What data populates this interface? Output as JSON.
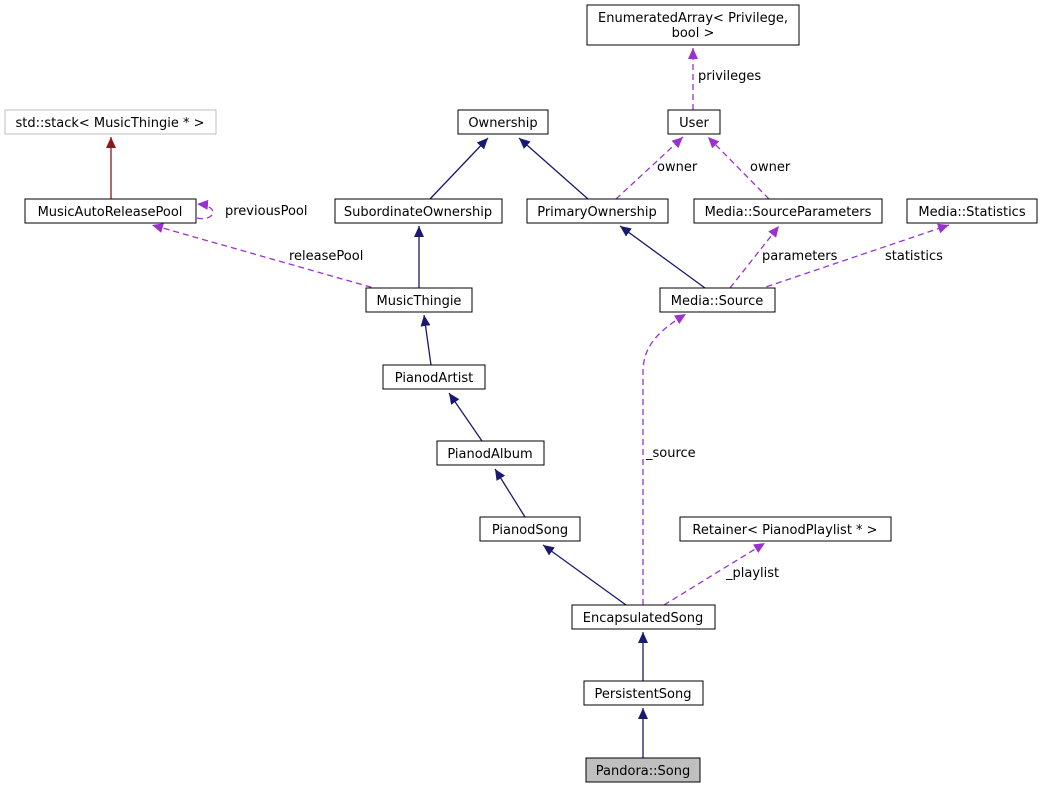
{
  "diagram": {
    "nodes": {
      "enum_array": {
        "lines": [
          "EnumeratedArray< Privilege,",
          "bool >"
        ]
      },
      "std_stack": {
        "label": "std::stack< MusicThingie * >"
      },
      "ownership": {
        "label": "Ownership"
      },
      "user": {
        "label": "User"
      },
      "music_auto_release_pool": {
        "label": "MusicAutoReleasePool"
      },
      "subordinate_ownership": {
        "label": "SubordinateOwnership"
      },
      "primary_ownership": {
        "label": "PrimaryOwnership"
      },
      "source_parameters": {
        "label": "Media::SourceParameters"
      },
      "statistics": {
        "label": "Media::Statistics"
      },
      "music_thingie": {
        "label": "MusicThingie"
      },
      "media_source": {
        "label": "Media::Source"
      },
      "pianod_artist": {
        "label": "PianodArtist"
      },
      "pianod_album": {
        "label": "PianodAlbum"
      },
      "pianod_song": {
        "label": "PianodSong"
      },
      "retainer": {
        "label": "Retainer< PianodPlaylist * >"
      },
      "encapsulated_song": {
        "label": "EncapsulatedSong"
      },
      "persistent_song": {
        "label": "PersistentSong"
      },
      "pandora_song": {
        "label": "Pandora::Song"
      }
    },
    "edge_labels": {
      "privileges": "privileges",
      "owner_primary": "owner",
      "owner_params": "owner",
      "previous_pool": "previousPool",
      "release_pool": "releasePool",
      "parameters": "parameters",
      "statistics": "statistics",
      "source": "_source",
      "playlist": "_playlist"
    },
    "colors": {
      "inheritance": "#191970",
      "usage": "#9a32cd",
      "template": "#8b1a1a",
      "focus_fill": "#bfbfbf",
      "external_border": "#bfbfbf"
    }
  }
}
